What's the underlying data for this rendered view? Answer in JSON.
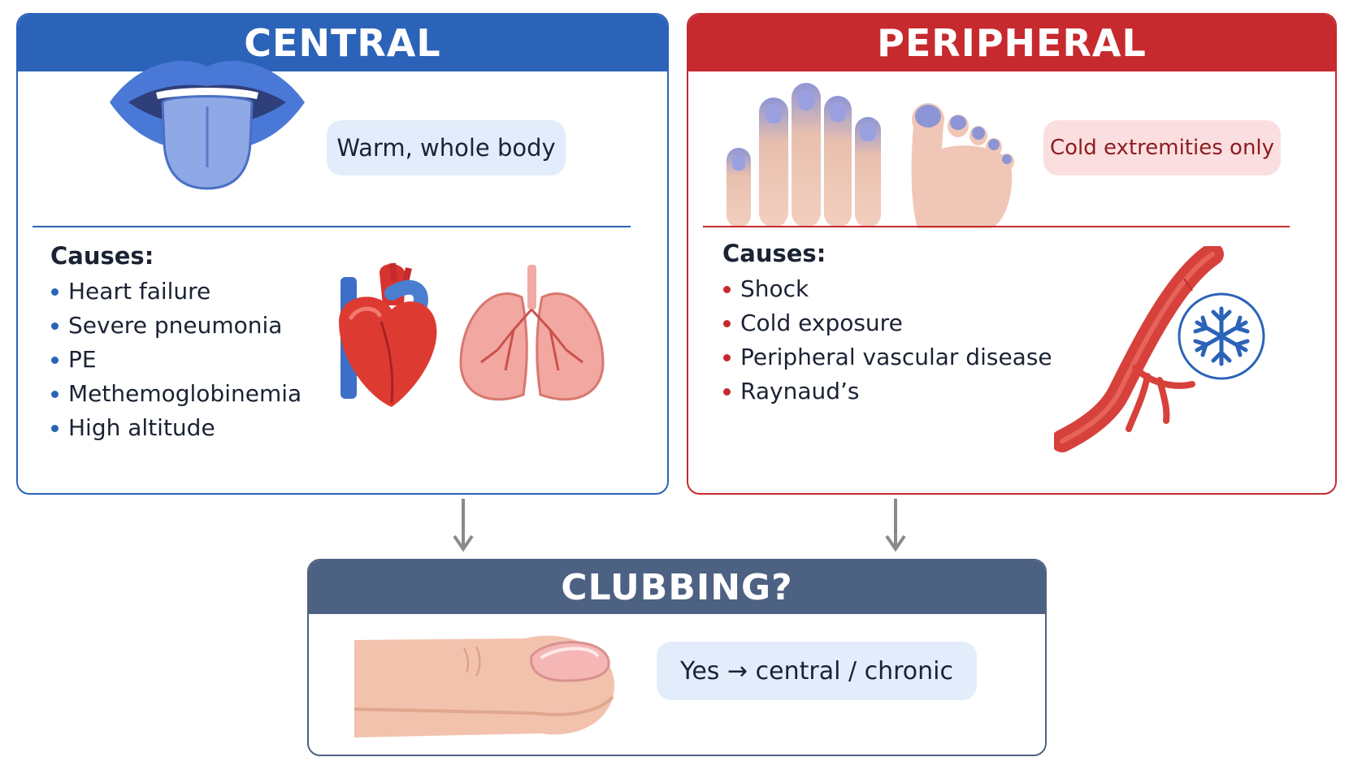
{
  "central": {
    "title": "CENTRAL",
    "pill": "Warm, whole body",
    "causes_title": "Causes:",
    "causes": [
      "Heart failure",
      "Severe pneumonia",
      "PE",
      "Methemoglobinemia",
      "High altitude"
    ]
  },
  "peripheral": {
    "title": "PERIPHERAL",
    "pill": "Cold extremities only",
    "causes_title": "Causes:",
    "causes": [
      "Shock",
      "Cold exposure",
      "Peripheral vascular disease",
      "Raynaud’s"
    ]
  },
  "clubbing": {
    "title": "CLUBBING?",
    "pill": "Yes → central / chronic"
  },
  "colors": {
    "central": "#2b63b8",
    "peripheral": "#c62a2e",
    "clubbing": "#4d6182"
  }
}
